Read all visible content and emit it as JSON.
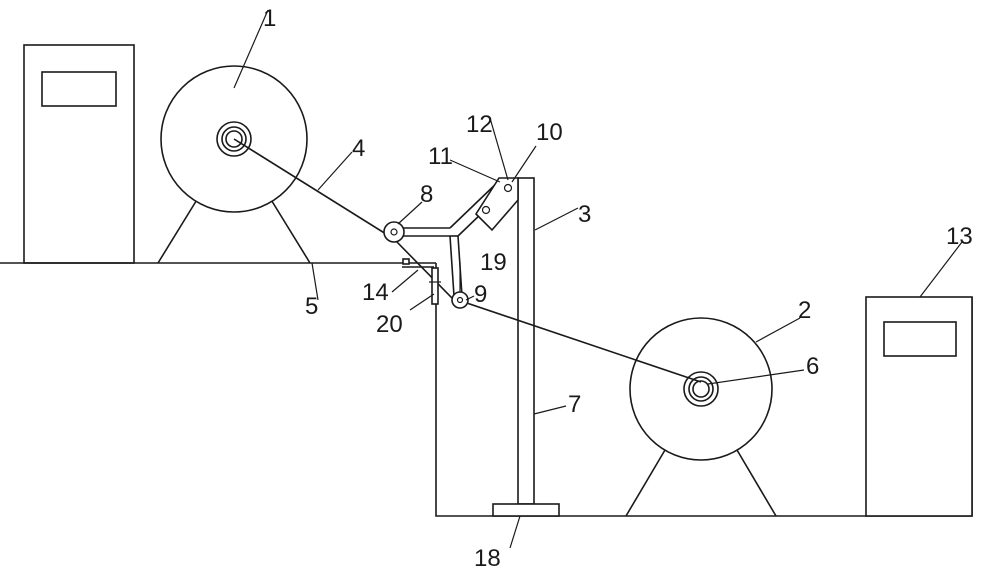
{
  "labels": {
    "l1": "1",
    "l2": "2",
    "l3": "3",
    "l4": "4",
    "l5": "5",
    "l6": "6",
    "l7": "7",
    "l8": "8",
    "l9": "9",
    "l10": "10",
    "l11": "11",
    "l12": "12",
    "l13": "13",
    "l14": "14",
    "l18": "18",
    "l19": "19",
    "l20": "20"
  }
}
